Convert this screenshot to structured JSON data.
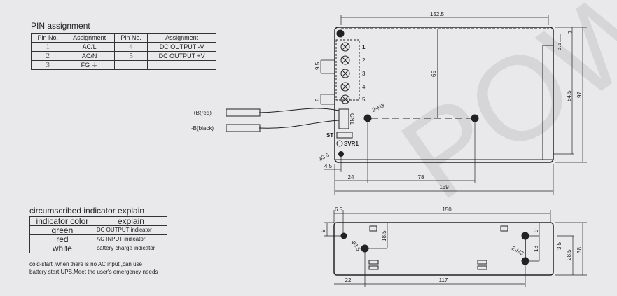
{
  "pin_table": {
    "title": "PIN assignment",
    "headers": [
      "Pin No.",
      "Assignment",
      "Pin No.",
      "Assignment"
    ],
    "rows": [
      [
        "1",
        "AC/L",
        "4",
        "DC OUTPUT -V"
      ],
      [
        "2",
        "AC/N",
        "5",
        "DC OUTPUT +V"
      ],
      [
        "3",
        "FG ⏚",
        "",
        ""
      ]
    ]
  },
  "indicator_table": {
    "title": "circumscribed indicator explain",
    "headers": [
      "indicator color",
      "explain"
    ],
    "rows": [
      [
        "green",
        "DC OUTPUT indicator"
      ],
      [
        "red",
        "AC INPUT  indicator"
      ],
      [
        "white",
        "battery charge  indicator"
      ]
    ]
  },
  "note": [
    "cold-start ,when there is no AC input ,can use",
    "battery start UPS,Meet the user's emergency needs"
  ],
  "top_view": {
    "wires": [
      "+B(red)",
      "-B(black)"
    ],
    "terminals": [
      "1",
      "2",
      "3",
      "4",
      "5"
    ],
    "labels": {
      "cn": "CN1",
      "st": "ST",
      "svr": "SVR1",
      "m3": "2-M3",
      "hole": "φ3.5"
    },
    "dims": {
      "w1": "152.5",
      "w2": "159",
      "d24": "24",
      "d78": "78",
      "d45": "4.5",
      "d65": "65",
      "d95": "9.5",
      "d8": "8",
      "d7": "7",
      "d35": "3.5",
      "d845": "84.5",
      "d97": "97"
    }
  },
  "side_view": {
    "labels": {
      "m3": "2-M3",
      "hole": "φ3.5"
    },
    "dims": {
      "d65": "6.5",
      "d150": "150",
      "d9a": "9",
      "d185": "18.5",
      "d9b": "9",
      "d18": "18",
      "d35": "3.5",
      "d285": "28.5",
      "d38": "38",
      "d22": "22",
      "d117": "117"
    }
  },
  "watermark": "POWER"
}
